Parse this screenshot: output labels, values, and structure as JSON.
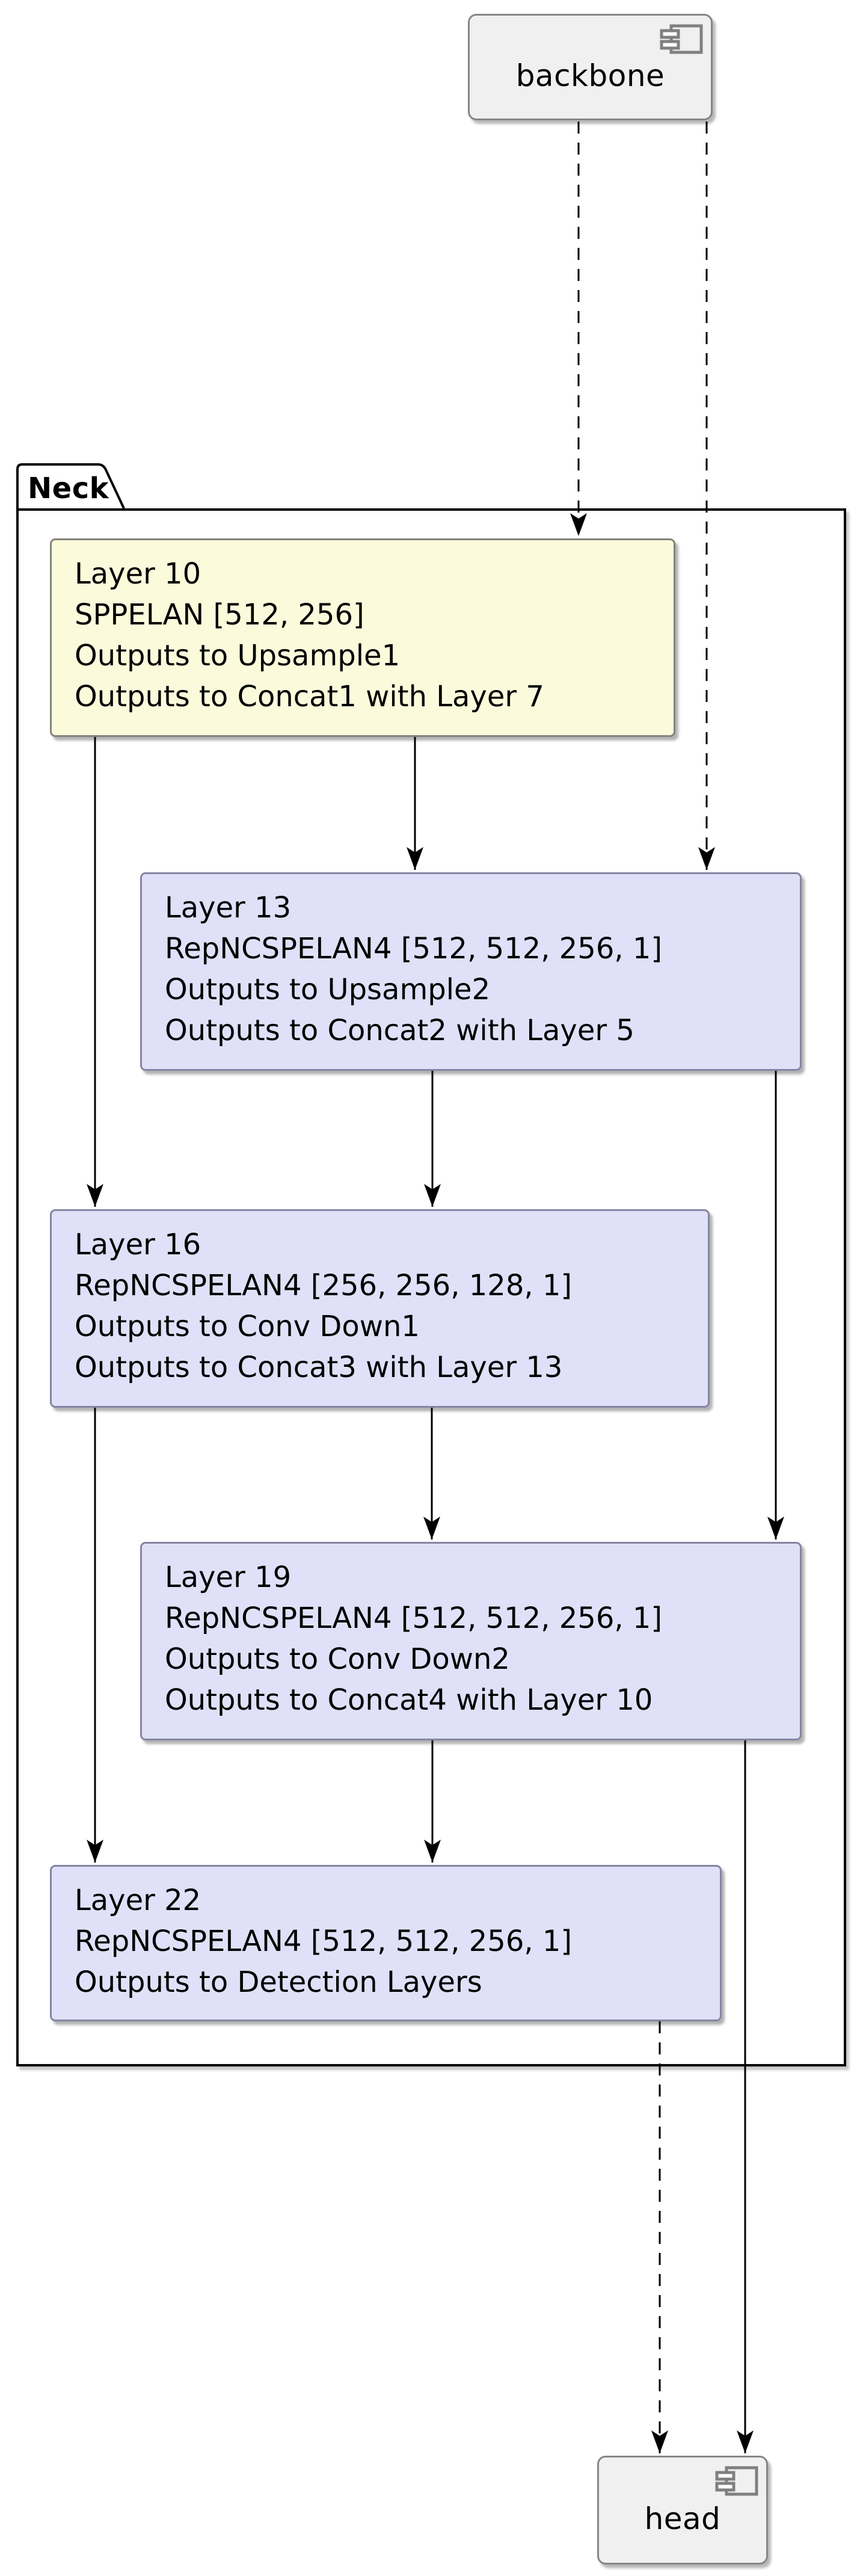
{
  "diagram": {
    "backbone": {
      "label": "backbone",
      "type": "component"
    },
    "head": {
      "label": "head",
      "type": "component"
    },
    "neck": {
      "label": "Neck",
      "type": "package"
    },
    "layers": [
      {
        "id": "layer-10",
        "lines": [
          "Layer 10",
          "SPPELAN [512, 256]",
          "Outputs to Upsample1",
          "Outputs to Concat1 with Layer 7"
        ],
        "highlighted": true
      },
      {
        "id": "layer-13",
        "lines": [
          "Layer 13",
          "RepNCSPELAN4 [512, 512, 256, 1]",
          "Outputs to Upsample2",
          "Outputs to Concat2 with Layer 5"
        ],
        "highlighted": false
      },
      {
        "id": "layer-16",
        "lines": [
          "Layer 16",
          "RepNCSPELAN4 [256, 256, 128, 1]",
          "Outputs to Conv Down1",
          "Outputs to Concat3 with Layer 13"
        ],
        "highlighted": false
      },
      {
        "id": "layer-19",
        "lines": [
          "Layer 19",
          "RepNCSPELAN4 [512, 512, 256, 1]",
          "Outputs to Conv Down2",
          "Outputs to Concat4 with Layer 10"
        ],
        "highlighted": false
      },
      {
        "id": "layer-22",
        "lines": [
          "Layer 22",
          "RepNCSPELAN4 [512, 512, 256, 1]",
          "Outputs to Detection Layers"
        ],
        "highlighted": false
      }
    ],
    "edges": [
      {
        "from": "backbone",
        "to": "Layer 10",
        "style": "dashed"
      },
      {
        "from": "backbone",
        "to": "Layer 13",
        "style": "dashed"
      },
      {
        "from": "Layer 10",
        "to": "Layer 13",
        "style": "solid"
      },
      {
        "from": "Layer 10",
        "to": "Layer 16",
        "style": "solid"
      },
      {
        "from": "Layer 13",
        "to": "Layer 16",
        "style": "solid"
      },
      {
        "from": "Layer 13",
        "to": "Layer 19",
        "style": "solid"
      },
      {
        "from": "Layer 16",
        "to": "Layer 19",
        "style": "solid"
      },
      {
        "from": "Layer 16",
        "to": "Layer 22",
        "style": "solid"
      },
      {
        "from": "Layer 19",
        "to": "Layer 22",
        "style": "solid"
      },
      {
        "from": "Layer 19",
        "to": "head",
        "style": "solid"
      },
      {
        "from": "Layer 22",
        "to": "head",
        "style": "dashed"
      }
    ],
    "colors": {
      "background": "#FFFFFF",
      "highlight_layer_fill": "#FBFBDC",
      "highlight_layer_border": "#83837B",
      "layer_fill": "#E0E0F8",
      "layer_border": "#8585A3",
      "component_fill": "#F0F0F0",
      "component_border": "#868686",
      "package_border": "#000000",
      "arrow": "#000000"
    }
  }
}
